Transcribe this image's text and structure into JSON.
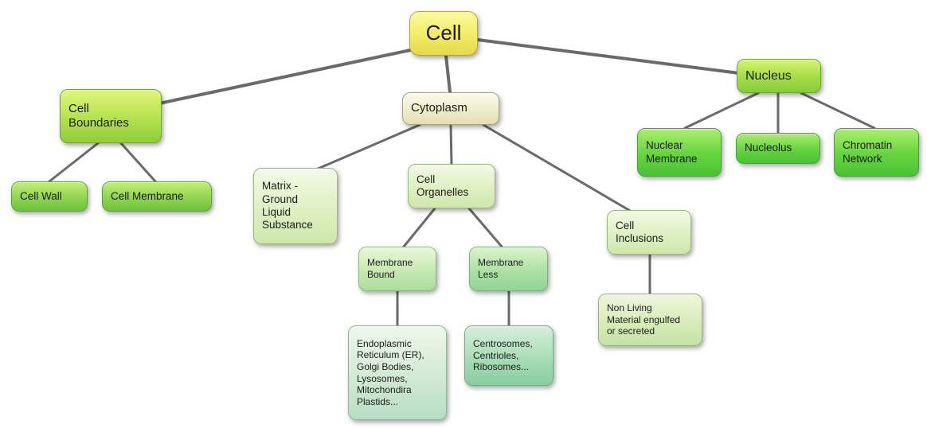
{
  "diagram": {
    "type": "concept-map",
    "topic": "Cell",
    "palette": {
      "root_yellow": "#f3ea5e",
      "branch_chartreuse": "#a8dd4a",
      "leaf_green": "#6ec23f",
      "nucleus_children_green": "#49c236",
      "cytoplasm_cream": "#efecc4",
      "pale_green": "#d9edbb",
      "mint_green": "#bfe8b0",
      "teal_green": "#a9dcb9",
      "edge_gray": "#6a6a6a",
      "background": "#ffffff"
    },
    "nodes": {
      "cell": {
        "label": "Cell"
      },
      "cell_boundaries": {
        "label": "Cell\nBoundaries"
      },
      "cell_wall": {
        "label": "Cell Wall"
      },
      "cell_membrane": {
        "label": "Cell Membrane"
      },
      "cytoplasm": {
        "label": "Cytoplasm"
      },
      "matrix": {
        "label": "Matrix -\nGround\nLiquid\nSubstance"
      },
      "cell_organelles": {
        "label": "Cell\nOrganelles"
      },
      "cell_inclusions": {
        "label": "Cell\nInclusions"
      },
      "membrane_bound": {
        "label": "Membrane\nBound"
      },
      "membrane_less": {
        "label": "Membrane\nLess"
      },
      "endoplasmic_list": {
        "label": "Endoplasmic\nReticulum (ER),\nGolgi Bodies,\nLysosomes,\nMitochondira\nPlastids..."
      },
      "centrosomes_list": {
        "label": "Centrosomes,\nCentrioles,\nRibosomes..."
      },
      "non_living": {
        "label": "Non Living\nMaterial engulfed\nor secreted"
      },
      "nucleus": {
        "label": "Nucleus"
      },
      "nuclear_membrane": {
        "label": "Nuclear\nMembrane"
      },
      "nucleolus": {
        "label": "Nucleolus"
      },
      "chromatin_network": {
        "label": "Chromatin\nNetwork"
      }
    },
    "edges": [
      {
        "from": "cell",
        "to": "cell_boundaries"
      },
      {
        "from": "cell",
        "to": "cytoplasm"
      },
      {
        "from": "cell",
        "to": "nucleus"
      },
      {
        "from": "cell_boundaries",
        "to": "cell_wall"
      },
      {
        "from": "cell_boundaries",
        "to": "cell_membrane"
      },
      {
        "from": "cytoplasm",
        "to": "matrix"
      },
      {
        "from": "cytoplasm",
        "to": "cell_organelles"
      },
      {
        "from": "cytoplasm",
        "to": "cell_inclusions"
      },
      {
        "from": "cell_organelles",
        "to": "membrane_bound"
      },
      {
        "from": "cell_organelles",
        "to": "membrane_less"
      },
      {
        "from": "membrane_bound",
        "to": "endoplasmic_list"
      },
      {
        "from": "membrane_less",
        "to": "centrosomes_list"
      },
      {
        "from": "cell_inclusions",
        "to": "non_living"
      },
      {
        "from": "nucleus",
        "to": "nuclear_membrane"
      },
      {
        "from": "nucleus",
        "to": "nucleolus"
      },
      {
        "from": "nucleus",
        "to": "chromatin_network"
      }
    ]
  }
}
